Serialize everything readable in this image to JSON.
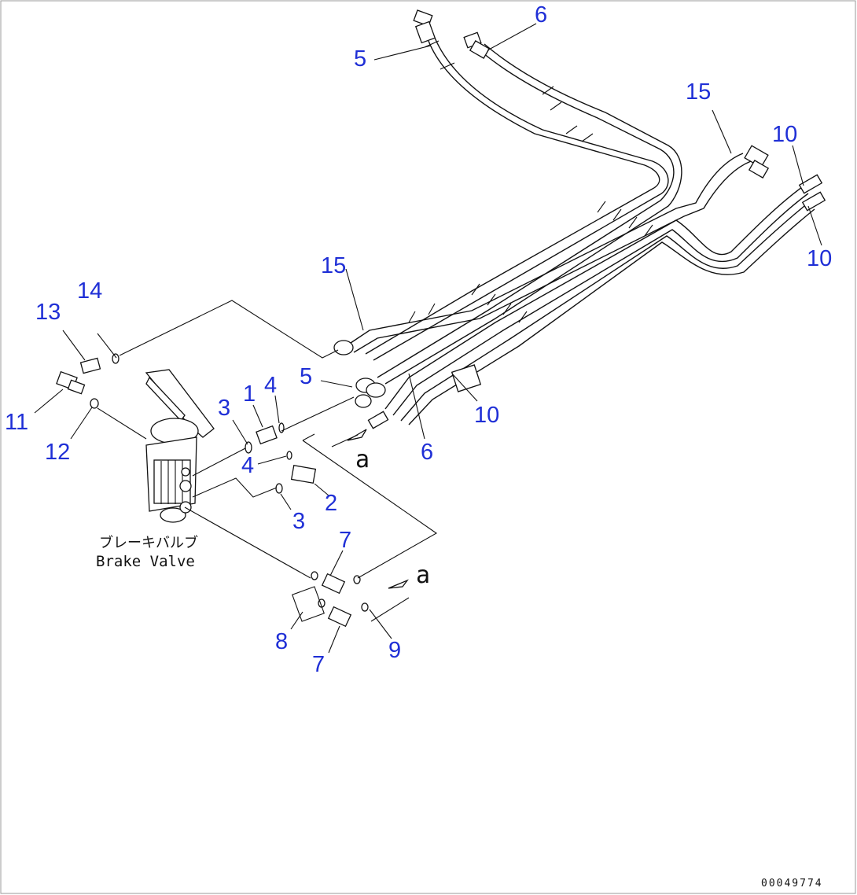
{
  "diagram": {
    "callouts": [
      {
        "id": "c5a",
        "text": "5"
      },
      {
        "id": "c6a",
        "text": "6"
      },
      {
        "id": "c15a",
        "text": "15"
      },
      {
        "id": "c10a",
        "text": "10"
      },
      {
        "id": "c10b",
        "text": "10"
      },
      {
        "id": "c15b",
        "text": "15"
      },
      {
        "id": "c14",
        "text": "14"
      },
      {
        "id": "c13",
        "text": "13"
      },
      {
        "id": "c11",
        "text": "11"
      },
      {
        "id": "c12",
        "text": "12"
      },
      {
        "id": "c3a",
        "text": "3"
      },
      {
        "id": "c1",
        "text": "1"
      },
      {
        "id": "c4a",
        "text": "4"
      },
      {
        "id": "c5b",
        "text": "5"
      },
      {
        "id": "c10c",
        "text": "10"
      },
      {
        "id": "c6b",
        "text": "6"
      },
      {
        "id": "c4b",
        "text": "4"
      },
      {
        "id": "c2",
        "text": "2"
      },
      {
        "id": "c3b",
        "text": "3"
      },
      {
        "id": "c7a",
        "text": "7"
      },
      {
        "id": "c8",
        "text": "8"
      },
      {
        "id": "c7b",
        "text": "7"
      },
      {
        "id": "c9",
        "text": "9"
      }
    ],
    "view_marks": [
      {
        "id": "a1",
        "text": "a"
      },
      {
        "id": "a2",
        "text": "a"
      }
    ],
    "brake_valve_label_jp": "ブレーキバルブ",
    "brake_valve_label_en": "Brake Valve",
    "catalog_number": "00049774",
    "callout_color": "#1f2fd6"
  }
}
